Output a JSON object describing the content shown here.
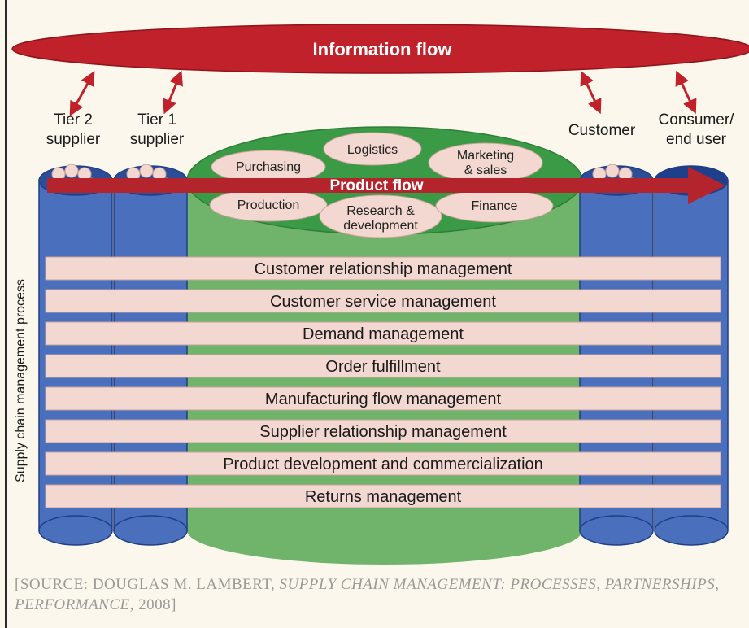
{
  "information_flow": {
    "label": "Information flow"
  },
  "participants": [
    {
      "line1": "Tier 2",
      "line2": "supplier"
    },
    {
      "line1": "Tier 1",
      "line2": "supplier"
    },
    {
      "line1": "Customer",
      "line2": ""
    },
    {
      "line1": "Consumer/",
      "line2": "end user"
    }
  ],
  "functions": [
    {
      "line1": "Logistics",
      "line2": ""
    },
    {
      "line1": "Purchasing",
      "line2": ""
    },
    {
      "line1": "Marketing",
      "line2": "& sales"
    },
    {
      "line1": "Production",
      "line2": ""
    },
    {
      "line1": "Research &",
      "line2": "development"
    },
    {
      "line1": "Finance",
      "line2": ""
    }
  ],
  "product_flow": {
    "label": "Product flow"
  },
  "side_label": "Supply chain management process",
  "processes": [
    "Customer relationship management",
    "Customer service management",
    "Demand management",
    "Order fulfillment",
    "Manufacturing flow management",
    "Supplier relationship management",
    "Product development and commercialization",
    "Returns management"
  ],
  "source": {
    "prefix": "[SOURCE: DOUGLAS M. LAMBERT, ",
    "title": "SUPPLY CHAIN MANAGEMENT: PROCESSES, PARTNERSHIPS, PERFORMANCE",
    "suffix": ", 2008]"
  },
  "colors": {
    "info_flow": "#c0212a",
    "product_flow": "#b3242c",
    "cylinder_blue": "#4a6fbd",
    "cylinder_dark": "#2c4d97",
    "green": "#6fb46a",
    "green_dark": "#3a9a45",
    "band": "#f3d7d1",
    "oval": "#f2d8d0"
  }
}
